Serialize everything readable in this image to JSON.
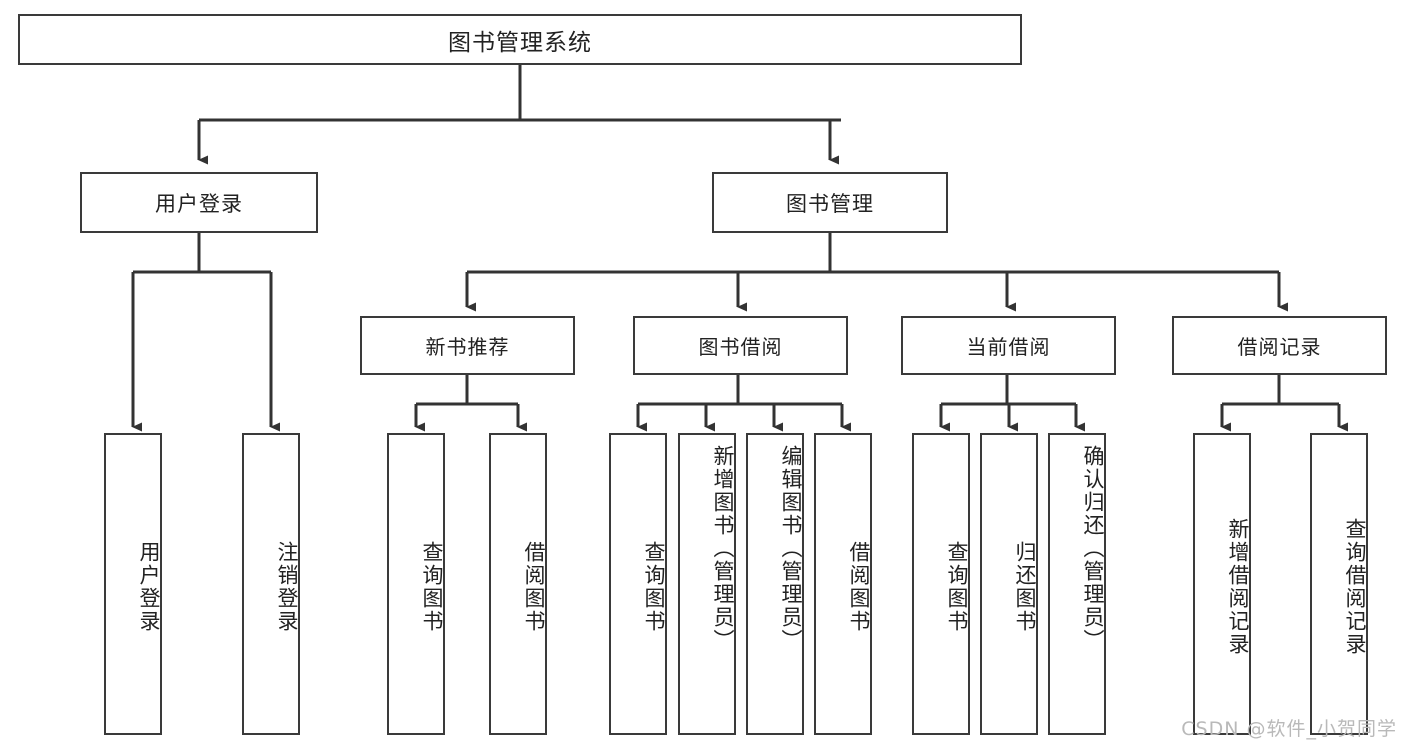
{
  "diagram": {
    "type": "tree-hierarchy-chart",
    "title": "图书管理系统",
    "colors": {
      "background": "#ffffff",
      "node_border": "#3a3a3a",
      "node_fill": "#ffffff",
      "text": "#222222",
      "edge": "#333333",
      "watermark": "#b9b9b9"
    },
    "root": {
      "label": "图书管理系统"
    },
    "level1": [
      {
        "id": "user-login",
        "label": "用户登录"
      },
      {
        "id": "book-manage",
        "label": "图书管理"
      }
    ],
    "level2": [
      {
        "id": "new-book-recommend",
        "label": "新书推荐",
        "parent": "book-manage"
      },
      {
        "id": "book-borrow",
        "label": "图书借阅",
        "parent": "book-manage"
      },
      {
        "id": "current-borrow",
        "label": "当前借阅",
        "parent": "book-manage"
      },
      {
        "id": "borrow-record",
        "label": "借阅记录",
        "parent": "book-manage"
      }
    ],
    "leaves": [
      {
        "id": "leaf-user-login",
        "label": "用户登录",
        "parent": "user-login"
      },
      {
        "id": "leaf-logout-login",
        "label": "注销登录",
        "parent": "user-login"
      },
      {
        "id": "leaf-query-book-1",
        "label": "查询图书",
        "parent": "new-book-recommend"
      },
      {
        "id": "leaf-borrow-book-1",
        "label": "借阅图书",
        "parent": "new-book-recommend"
      },
      {
        "id": "leaf-query-book-2",
        "label": "查询图书",
        "parent": "book-borrow"
      },
      {
        "id": "leaf-add-book",
        "label": "新增图书（管理员）",
        "parent": "book-borrow"
      },
      {
        "id": "leaf-edit-book",
        "label": "编辑图书（管理员）",
        "parent": "book-borrow"
      },
      {
        "id": "leaf-borrow-book-2",
        "label": "借阅图书",
        "parent": "book-borrow"
      },
      {
        "id": "leaf-query-book-3",
        "label": "查询图书",
        "parent": "current-borrow"
      },
      {
        "id": "leaf-return-book",
        "label": "归还图书",
        "parent": "current-borrow"
      },
      {
        "id": "leaf-confirm-return",
        "label": "确认归还（管理员）",
        "parent": "current-borrow"
      },
      {
        "id": "leaf-add-record",
        "label": "新增借阅记录",
        "parent": "borrow-record"
      },
      {
        "id": "leaf-query-record",
        "label": "查询借阅记录",
        "parent": "borrow-record"
      }
    ],
    "watermark": "CSDN @软件_小贺同学"
  }
}
